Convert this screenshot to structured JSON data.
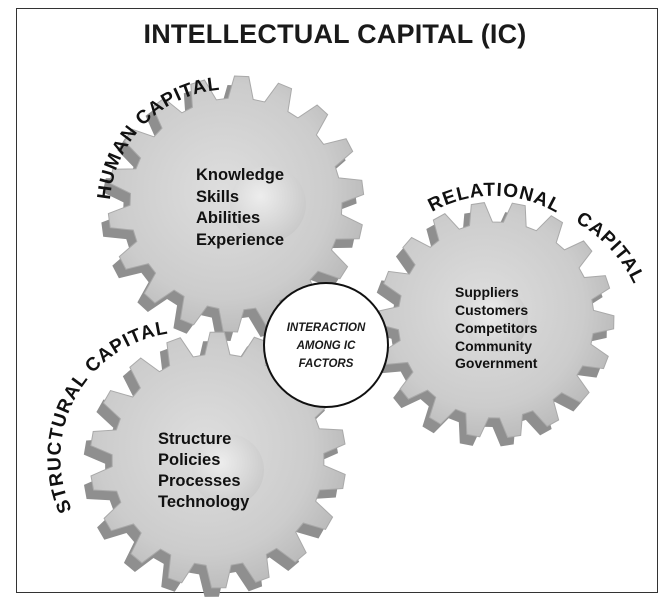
{
  "title": "INTELLECTUAL CAPITAL (IC)",
  "center": {
    "lines": [
      "INTERACTION",
      "AMONG IC",
      "FACTORS"
    ]
  },
  "gears": [
    {
      "id": "human",
      "label": "HUMAN CAPITAL",
      "items": [
        "Knowledge",
        "Skills",
        "Abilities",
        "Experience"
      ]
    },
    {
      "id": "relational",
      "label": "RELATIONAL CAPITAL",
      "label_part1": "RELATIONAL",
      "label_part2": "CAPITAL",
      "items": [
        "Suppliers",
        "Customers",
        "Competitors",
        "Community",
        "Government"
      ]
    },
    {
      "id": "structural",
      "label": "STRUCTURAL CAPITAL",
      "items": [
        "Structure",
        "Policies",
        "Processes",
        "Technology"
      ]
    }
  ],
  "colors": {
    "gear_face": "#cdcdcd",
    "gear_tooth_side": "#8f8f8f",
    "gear_hub": "#dddddd",
    "outline": "#111111"
  }
}
